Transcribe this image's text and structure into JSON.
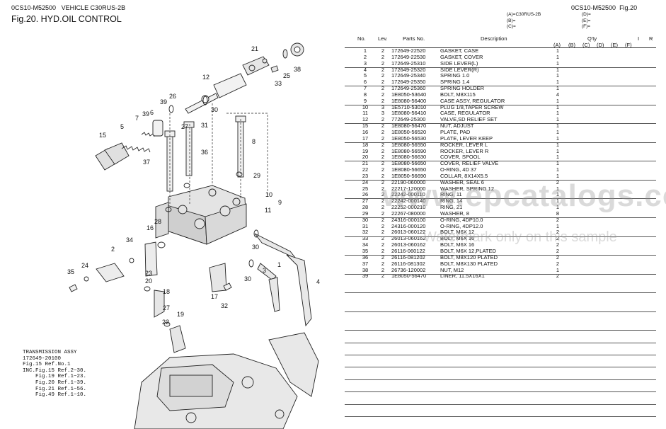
{
  "header": {
    "left_doc": "0CS10-M52500",
    "left_vehicle": "VEHICLE C30RUS-2B",
    "right_doc": "0CS10-M52500",
    "right_fig": "Fig.20",
    "title": "Fig.20.  HYD.OIL CONTROL",
    "variants_left": [
      "(A)=C30RUS-2B",
      "(B)=",
      "(C)="
    ],
    "variants_right": [
      "(D)=",
      "(E)=",
      "(F)="
    ]
  },
  "table": {
    "headers": {
      "no": "No.",
      "lev": "Lev.",
      "pn": "Parts No.",
      "desc": "Description",
      "qty": "Q'ty",
      "i": "I",
      "r": "R",
      "qty_cols": [
        "(A)",
        "(B)",
        "(C)",
        "(D)",
        "(E)",
        "(F)"
      ]
    },
    "rows": [
      {
        "no": "1",
        "lev": "2",
        "pn": "172649-22520",
        "desc": "GASKET, CASE",
        "qa": "1"
      },
      {
        "no": "2",
        "lev": "2",
        "pn": "172649-22530",
        "desc": "GASKET, COVER",
        "qa": "1"
      },
      {
        "no": "3",
        "lev": "2",
        "pn": "172649-25310",
        "desc": "SIDE LEVER(L)",
        "qa": "1"
      },
      {
        "no": "4",
        "lev": "2",
        "pn": "172649-25320",
        "desc": "SIDE LEVER(R)",
        "qa": "1"
      },
      {
        "no": "5",
        "lev": "2",
        "pn": "172649-25340",
        "desc": "SPRING 1.0",
        "qa": "1"
      },
      {
        "no": "6",
        "lev": "2",
        "pn": "172649-25350",
        "desc": "SPRING 1.4",
        "qa": "1"
      },
      {
        "no": "7",
        "lev": "2",
        "pn": "172649-25360",
        "desc": "SPRING HOLDER",
        "qa": "1"
      },
      {
        "no": "8",
        "lev": "2",
        "pn": "1E8050-53640",
        "desc": "BOLT, M8X115",
        "qa": "4"
      },
      {
        "no": "9",
        "lev": "2",
        "pn": "1E8080-56400",
        "desc": "CASE ASSY, REGULATOR",
        "qa": "1"
      },
      {
        "no": "10",
        "lev": "3",
        "pn": "1E5710-53010",
        "desc": "PLUG 1/8,TAPER SCREW",
        "qa": "1"
      },
      {
        "no": "11",
        "lev": "3",
        "pn": "1E8080-56410",
        "desc": "CASE, REGULATOR",
        "qa": "1"
      },
      {
        "no": "12",
        "lev": "2",
        "pn": "772649-25300",
        "desc": "VALVE,SD RELIEF SET",
        "qa": "1"
      },
      {
        "no": "15",
        "lev": "2",
        "pn": "1E8080-56470",
        "desc": "NUT, ADJUST",
        "qa": "1"
      },
      {
        "no": "16",
        "lev": "2",
        "pn": "1E8050-56520",
        "desc": "PLATE, PAD",
        "qa": "1"
      },
      {
        "no": "17",
        "lev": "2",
        "pn": "1E8050-56530",
        "desc": "PLATE, LEVER KEEP",
        "qa": "1"
      },
      {
        "no": "18",
        "lev": "2",
        "pn": "1E8080-56550",
        "desc": "ROCKER, LEVER L",
        "qa": "1"
      },
      {
        "no": "19",
        "lev": "2",
        "pn": "1E8080-56590",
        "desc": "ROCKER, LEVER R",
        "qa": "1"
      },
      {
        "no": "20",
        "lev": "2",
        "pn": "1E8080-56630",
        "desc": "COVER, SPOOL",
        "qa": "1"
      },
      {
        "no": "21",
        "lev": "2",
        "pn": "1E8080-56650",
        "desc": "COVER, RELIEF VALVE",
        "qa": "1"
      },
      {
        "no": "22",
        "lev": "2",
        "pn": "1E8080-56650",
        "desc": "O-RING, 4D 37",
        "qa": "1"
      },
      {
        "no": "23",
        "lev": "2",
        "pn": "1E8050-56690",
        "desc": "COLLAR, 8X14X5.5",
        "qa": "1"
      },
      {
        "no": "24",
        "lev": "2",
        "pn": "22190-060000",
        "desc": "WASHER, SEAL  6",
        "qa": "2"
      },
      {
        "no": "25",
        "lev": "2",
        "pn": "22217-120000",
        "desc": "WASHER, SPRING 12",
        "qa": "1"
      },
      {
        "no": "26",
        "lev": "2",
        "pn": "22242-000110",
        "desc": "RING,  11",
        "qa": "1"
      },
      {
        "no": "27",
        "lev": "2",
        "pn": "22242-000140",
        "desc": "RING,  14",
        "qa": "1"
      },
      {
        "no": "28",
        "lev": "2",
        "pn": "22252-000210",
        "desc": "RING,  21",
        "qa": "1"
      },
      {
        "no": "29",
        "lev": "2",
        "pn": "22267-080000",
        "desc": "WASHER,  8",
        "qa": "8"
      },
      {
        "no": "30",
        "lev": "2",
        "pn": "24316-000100",
        "desc": "O-RING, 4DP10.0",
        "qa": "2"
      },
      {
        "no": "31",
        "lev": "2",
        "pn": "24316-000120",
        "desc": "O-RING, 4DP12.0",
        "qa": "1"
      },
      {
        "no": "32",
        "lev": "2",
        "pn": "26013-060122",
        "desc": "BOLT, M6X 12",
        "qa": "2"
      },
      {
        "no": "33",
        "lev": "2",
        "pn": "26013-060162",
        "desc": "BOLT, M6X 16",
        "qa": "2"
      },
      {
        "no": "34",
        "lev": "2",
        "pn": "26013-060162",
        "desc": "BOLT, M6X 16",
        "qa": "2"
      },
      {
        "no": "35",
        "lev": "2",
        "pn": "26116-060122",
        "desc": "BOLT, M6X 12,PLATED",
        "qa": "2"
      },
      {
        "no": "36",
        "lev": "2",
        "pn": "26116-081202",
        "desc": "BOLT, M8X120 PLATED",
        "qa": "2"
      },
      {
        "no": "37",
        "lev": "2",
        "pn": "26116-081302",
        "desc": "BOLT, M8X130 PLATED",
        "qa": "2"
      },
      {
        "no": "38",
        "lev": "2",
        "pn": "26736-120002",
        "desc": "NUT, M12",
        "qa": "1"
      },
      {
        "no": "39",
        "lev": "2",
        "pn": "1E8050-56470",
        "desc": "LINER, 11.5X16X1",
        "qa": "2"
      }
    ]
  },
  "transmission_block": [
    "TRANSMISSION ASSY",
    "172649-20100",
    "Fig.15 Ref.No.1",
    "INC.Fig.15 Ref.2~30.",
    "    Fig.19 Ref.1~23.",
    "    Fig.20 Ref.1~39.",
    "    Fig.21 Ref.1~56.",
    "    Fig.49 Ref.1~10."
  ],
  "callouts": [
    "1",
    "2",
    "3",
    "4",
    "5",
    "6",
    "7",
    "8",
    "9",
    "10",
    "11",
    "12",
    "15",
    "16",
    "17",
    "18",
    "19",
    "20",
    "21",
    "22",
    "23",
    "24",
    "25",
    "26",
    "27",
    "28",
    "29",
    "30",
    "31",
    "32",
    "33",
    "34",
    "35",
    "36",
    "37",
    "38",
    "39"
  ],
  "watermark": {
    "text": "www.epcatalogs.com",
    "sub": "Watermark only on this sample"
  }
}
